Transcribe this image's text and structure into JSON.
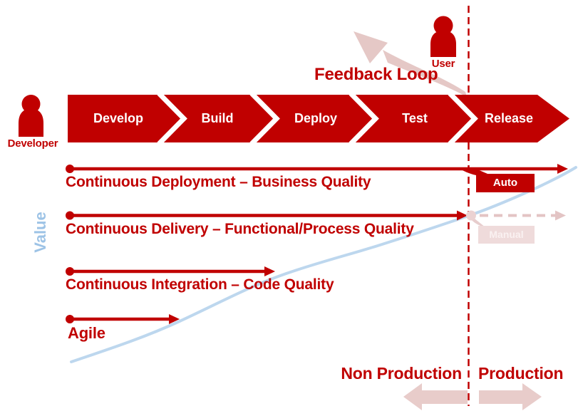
{
  "colors": {
    "primary_red": "#C00000",
    "faded_pink": "#E5C8C6",
    "manual_badge_bg": "#EFDBDB",
    "curve_blue": "#BDD7EE",
    "value_text_blue": "#9DC3E6"
  },
  "actors": {
    "developer": {
      "label": "Developer"
    },
    "user": {
      "label": "User"
    }
  },
  "pipeline": {
    "stages": [
      {
        "label": "Develop"
      },
      {
        "label": "Build"
      },
      {
        "label": "Deploy"
      },
      {
        "label": "Test"
      },
      {
        "label": "Release"
      }
    ]
  },
  "feedback_loop": {
    "label": "Feedback Loop"
  },
  "value_axis": {
    "label": "Value"
  },
  "maturity_levels": [
    {
      "label": "Continuous Deployment – Business Quality",
      "badge": "Auto"
    },
    {
      "label": "Continuous Delivery – Functional/Process Quality",
      "badge": "Manual"
    },
    {
      "label": "Continuous Integration – Code Quality"
    },
    {
      "label": "Agile"
    }
  ],
  "environments": {
    "left": "Non Production",
    "right": "Production"
  }
}
